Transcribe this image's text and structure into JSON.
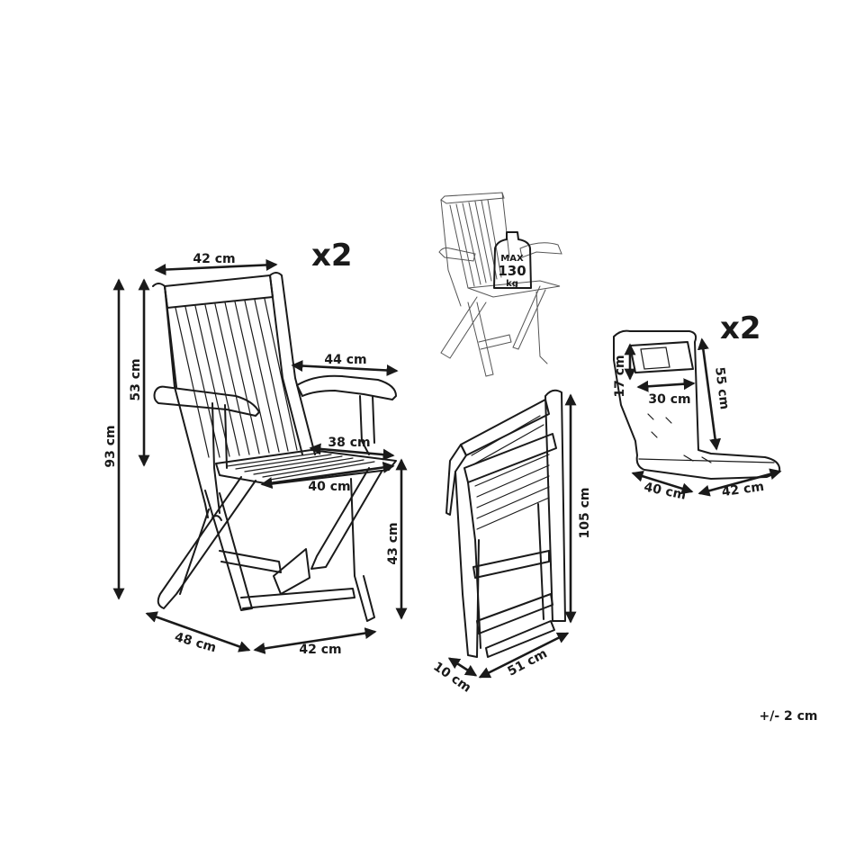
{
  "main_chair": {
    "quantity": "x2",
    "dims": {
      "backrest_width": "42 cm",
      "backrest_height": "53 cm",
      "total_height": "93 cm",
      "armrest_width": "44 cm",
      "seat_depth_inner": "38 cm",
      "seat_width": "40 cm",
      "seat_height": "43 cm",
      "depth": "48 cm",
      "width": "42 cm"
    }
  },
  "load_badge": {
    "max_label": "MAX",
    "value": "130",
    "unit": "kg"
  },
  "folded_chair": {
    "dims": {
      "height": "105 cm",
      "thickness": "10 cm",
      "depth": "51 cm"
    }
  },
  "cushion": {
    "quantity": "x2",
    "dims": {
      "pillow_height": "17 cm",
      "pillow_width": "30 cm",
      "back_height": "55 cm",
      "seat_depth": "40 cm",
      "seat_width": "42 cm"
    }
  },
  "tolerance": "+/- 2 cm"
}
